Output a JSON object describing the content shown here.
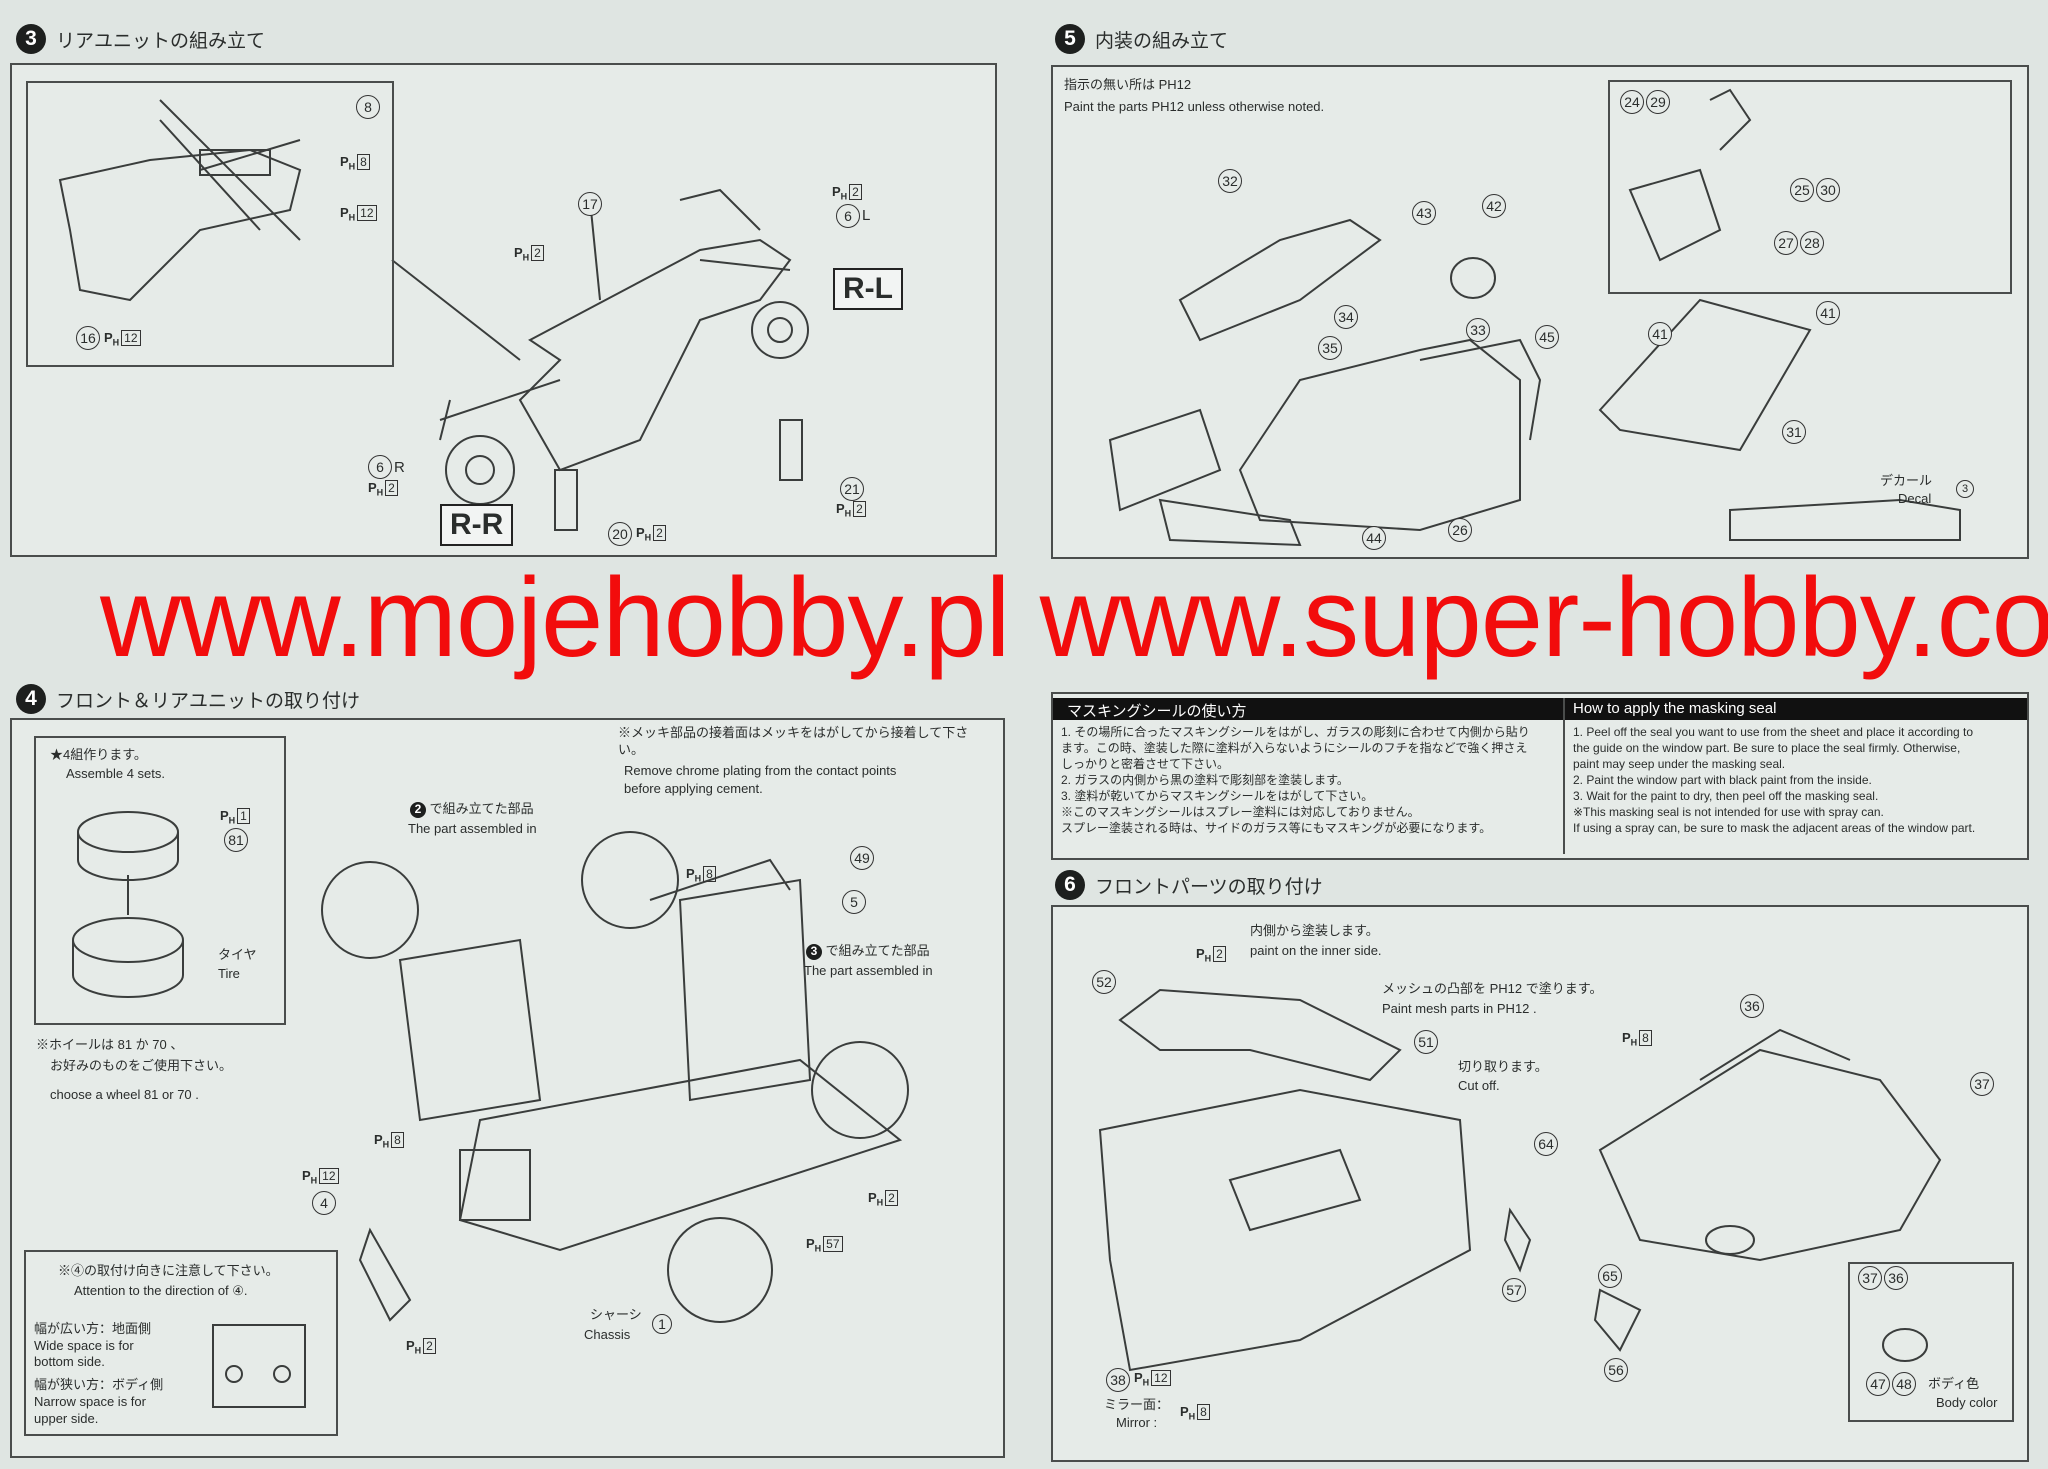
{
  "section3": {
    "number": "3",
    "title": "リアユニットの組み立て",
    "callouts": [
      "8",
      "16",
      "17",
      "6",
      "6",
      "21",
      "20"
    ],
    "callout_suffix_l": "L",
    "callout_suffix_r": "R",
    "paint_codes": [
      "8",
      "12",
      "12",
      "2",
      "2",
      "2",
      "2",
      "2"
    ],
    "paint_prefix": "P",
    "paint_sub": "H",
    "label_rl": "R-L",
    "label_rr": "R-R"
  },
  "section4": {
    "number": "4",
    "title": "フロント＆リアユニットの取り付け",
    "note_jp": "※メッキ部品の接着面はメッキをはがしてから接着して下さい。",
    "note_en1": "Remove chrome plating from the contact points",
    "note_en2": "before applying cement.",
    "assemble_jp": "★4組作ります。",
    "assemble_en": "Assemble 4 sets.",
    "tire_jp": "タイヤ",
    "tire_en": "Tire",
    "wheel_jp1": "※ホイールは 81 か 70 、",
    "wheel_jp2": "お好みのものをご使用下さい。",
    "wheel_en": "choose a wheel 81 or 70 .",
    "part2_jp": "で組み立てた部品",
    "part2_en": "The part assembled in",
    "part2_num": "2",
    "part3_jp": "で組み立てた部品",
    "part3_en": "The part assembled in",
    "part3_num": "3",
    "chassis_jp": "シャーシ",
    "chassis_en": "Chassis",
    "callouts": [
      "81",
      "49",
      "5",
      "4",
      "1"
    ],
    "paint_codes": [
      "1",
      "8",
      "12",
      "8",
      "2",
      "57",
      "2"
    ],
    "attention_jp": "※④の取付け向きに注意して下さい。",
    "attention_en": "Attention to the direction of ④.",
    "wide_jp": "幅が広い方：地面側",
    "wide_en1": "Wide space is for",
    "wide_en2": "bottom side.",
    "narrow_jp": "幅が狭い方：ボディ側",
    "narrow_en1": "Narrow space is for",
    "narrow_en2": "upper side."
  },
  "section5": {
    "number": "5",
    "title": "内装の組み立て",
    "note_jp": "指示の無い所は PH12",
    "note_en": "Paint the parts PH12 unless otherwise noted.",
    "callouts": [
      "24",
      "29",
      "25",
      "30",
      "27",
      "28",
      "32",
      "43",
      "42",
      "34",
      "33",
      "35",
      "45",
      "41",
      "41",
      "31",
      "26",
      "44",
      "3"
    ],
    "decal_jp": "デカール",
    "decal_en": "Decal"
  },
  "masking": {
    "title_jp": "マスキングシールの使い方",
    "title_en": "How to apply the masking seal",
    "jp": [
      "1. その場所に合ったマスキングシールをはがし、ガラスの彫刻に合わせて内側から貼り",
      "   ます。この時、塗装した際に塗料が入らないようにシールのフチを指などで強く押さえ",
      "   しっかりと密着させて下さい。",
      "2. ガラスの内側から黒の塗料で彫刻部を塗装します。",
      "3. 塗料が乾いてからマスキングシールをはがして下さい。",
      "※このマスキングシールはスプレー塗料には対応しておりません。",
      "   スプレー塗装される時は、サイドのガラス等にもマスキングが必要になります。"
    ],
    "en": [
      "1. Peel off the seal you want to use from the sheet and place it according to",
      "   the guide on the window part. Be sure to place the seal firmly. Otherwise,",
      "   paint may seep under the masking seal.",
      "2. Paint the window part with black paint from the inside.",
      "3. Wait for the paint to dry, then peel off the masking seal.",
      "※This masking seal is not intended for use with spray can.",
      "   If using a spray can, be sure to mask the adjacent areas of the window part."
    ]
  },
  "section6": {
    "number": "6",
    "title": "フロントパーツの取り付け",
    "inner_jp": "内側から塗装します。",
    "inner_en": "paint on the inner side.",
    "mesh_jp": "メッシュの凸部を PH12 で塗ります。",
    "mesh_en": "Paint mesh parts in PH12 .",
    "cut_jp": "切り取ります。",
    "cut_en": "Cut off.",
    "mirror_jp": "ミラー面：",
    "mirror_en": "Mirror :",
    "body_jp": "ボディ色",
    "body_en": "Body color",
    "callouts": [
      "52",
      "51",
      "36",
      "37",
      "64",
      "65",
      "57",
      "56",
      "38",
      "37",
      "36",
      "47",
      "48"
    ],
    "paint_codes": [
      "2",
      "8",
      "12",
      "8"
    ]
  },
  "watermark": "www.mojehobby.pl www.super-hobby.com",
  "colors": {
    "watermark": "#f20c0c",
    "paper": "#e6ebe8",
    "ink": "#2a2d2c"
  }
}
